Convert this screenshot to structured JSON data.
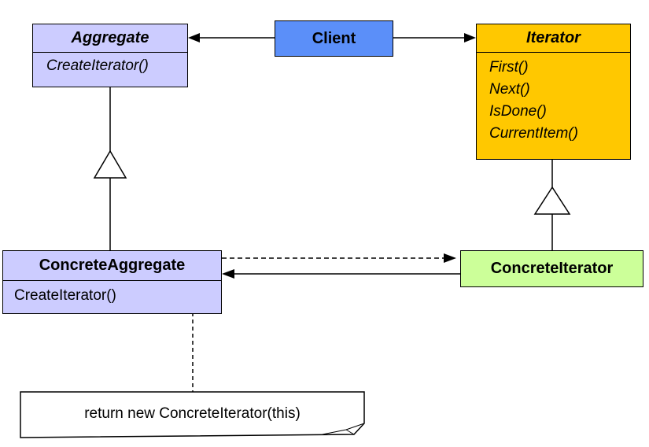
{
  "colors": {
    "aggregate": "#ccccff",
    "client": "#5b8ff9",
    "iterator": "#ffc800",
    "concrete_iterator": "#ccff99",
    "note": "#ffffff"
  },
  "aggregate": {
    "name": "Aggregate",
    "operations": [
      "CreateIterator()"
    ]
  },
  "client": {
    "name": "Client"
  },
  "iterator": {
    "name": "Iterator",
    "operations": [
      "First()",
      "Next()",
      "IsDone()",
      "CurrentItem()"
    ]
  },
  "concrete_aggregate": {
    "name": "ConcreteAggregate",
    "operations": [
      "CreateIterator()"
    ]
  },
  "concrete_iterator": {
    "name": "ConcreteIterator"
  },
  "note": {
    "text": "return new ConcreteIterator(this)"
  }
}
